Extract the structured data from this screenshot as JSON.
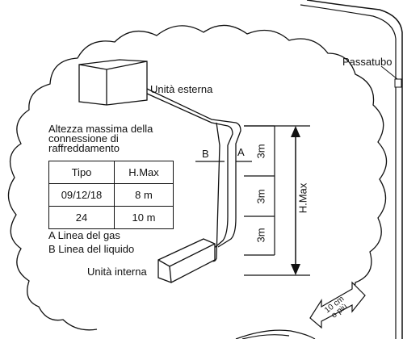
{
  "labels": {
    "outdoor_unit": "Unità esterna",
    "indoor_unit": "Unità interna",
    "pipe_pass": "Passatubo",
    "gas_marker": "A",
    "liquid_marker": "B",
    "height_total": "H.Max",
    "segment_1": "3m",
    "segment_2": "3m",
    "segment_3": "3m",
    "clearance_line1": "10 cm",
    "clearance_line2": "o più"
  },
  "note": {
    "line1": "Altezza massima della",
    "line2": "connessione di",
    "line3": "raffreddamento"
  },
  "table": {
    "headers": [
      "Tipo",
      "H.Max"
    ],
    "rows": [
      [
        "09/12/18",
        "8 m"
      ],
      [
        "24",
        "10 m"
      ]
    ]
  },
  "legend": {
    "gas": "A Linea del gas",
    "liquid": "B Linea del liquido"
  }
}
